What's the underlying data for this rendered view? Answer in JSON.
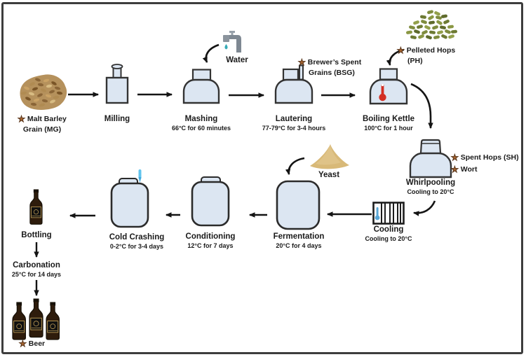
{
  "diagram_title": "Beer brewing process flow diagram",
  "icons": {
    "star": "★"
  },
  "colors": {
    "frame_border": "#3d3d3d",
    "vessel_fill": "#dce6f2",
    "vessel_outline": "#2b2b2b",
    "arrow": "#141414",
    "star": "#a8642f",
    "hops_green": "#7f8c3e",
    "grain_tan": "#b5915c",
    "yeast_tan": "#d8b978",
    "bottle_brown": "#2e1c0c",
    "water_teal": "#35aab6",
    "thermometer_red": "#d32f23",
    "thermometer_blue": "#5aa7d6"
  },
  "nodes": {
    "malt": {
      "line1": "Malt Barley",
      "line2": "Grain (MG)"
    },
    "milling": {
      "label": "Milling"
    },
    "water": {
      "label": "Water"
    },
    "mashing": {
      "label": "Mashing",
      "sub": "66°C for 60 minutes"
    },
    "lautering": {
      "label": "Lautering",
      "sub": "77-79°C for 3-4 hours"
    },
    "bsg": {
      "line1": "Brewer’s Spent",
      "line2": "Grains (BSG)"
    },
    "hops": {
      "line1": "Pelleted Hops",
      "line2": "(PH)"
    },
    "boiling": {
      "label": "Boiling Kettle",
      "sub": "100°C for 1 hour"
    },
    "whirlpooling": {
      "label": "Whirlpooling",
      "sub": "Cooling to 20°C"
    },
    "spent_hops": {
      "label": "Spent Hops (SH)"
    },
    "wort": {
      "label": "Wort"
    },
    "cooling": {
      "label": "Cooling",
      "sub": "Cooling to 20°C"
    },
    "yeast": {
      "label": "Yeast"
    },
    "fermentation": {
      "label": "Fermentation",
      "sub": "20°C for 4 days"
    },
    "conditioning": {
      "label": "Conditioning",
      "sub": "12°C for 7 days"
    },
    "cold_crashing": {
      "label": "Cold Crashing",
      "sub": "0-2°C for 3-4 days"
    },
    "bottling": {
      "label": "Bottling"
    },
    "carbonation": {
      "label": "Carbonation",
      "sub": "25°C for 14 days"
    },
    "beer": {
      "label": "Beer"
    }
  }
}
